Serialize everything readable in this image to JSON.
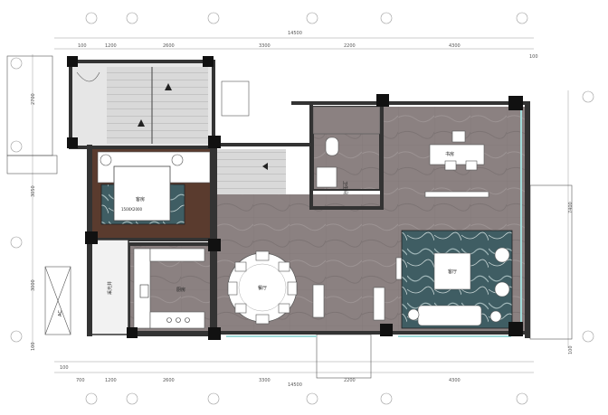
{
  "dimensions": {
    "top_total": "14500",
    "top_segments": [
      "100",
      "1200",
      "2600",
      "3300",
      "2200",
      "4300",
      "100"
    ],
    "bottom_total": "14500",
    "bottom_segments": [
      "100",
      "700",
      "1200",
      "2600",
      "3300",
      "2200",
      "4300"
    ],
    "left_segments": [
      "2700",
      "3050",
      "3000",
      "100"
    ],
    "right_segments": [
      "7400",
      "100"
    ]
  },
  "rooms": {
    "bedroom": "客房",
    "kitchen": "厨房",
    "dining": "餐厅",
    "living": "客厅",
    "bathroom": "卫生间",
    "study": "书房",
    "shaft": "采光井"
  },
  "labels": {
    "bed_size": "1500X2000",
    "ac": "AC"
  },
  "colors": {
    "floor_stone": "#8b8181",
    "wood": "#5a3b2e",
    "stair": "#d9d9d9",
    "wall": "#333333",
    "glass": "#9fdad8"
  }
}
